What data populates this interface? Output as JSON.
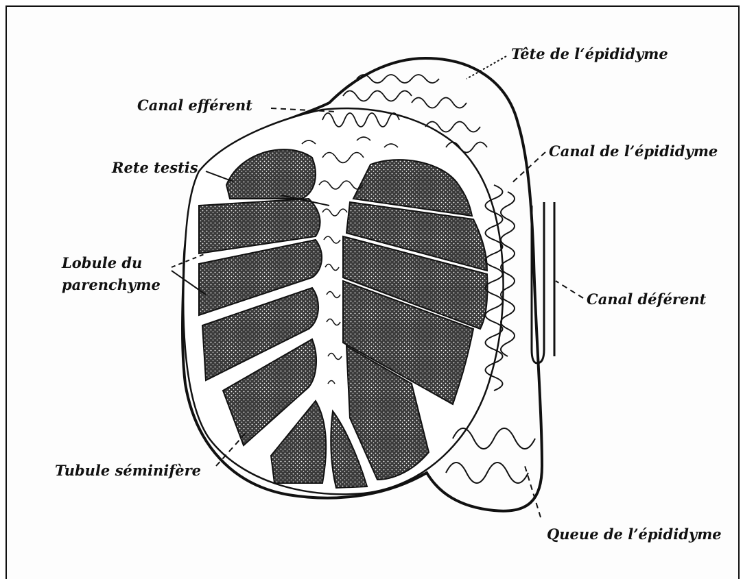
{
  "diagram": {
    "labels": {
      "tete_epididyme": "Tête de l‘épididyme",
      "canal_efferent": "Canal efférent",
      "canal_epididyme": "Canal de l’épididyme",
      "rete_testis": "Rete testis",
      "lobule_line1": "Lobule du",
      "lobule_line2": "parenchyme",
      "canal_deferent": "Canal déférent",
      "tubule_seminifere": "Tubule séminifère",
      "queue_epididyme": "Queue de l’épididyme"
    },
    "colors": {
      "ink": "#111111",
      "paper": "#ffffff",
      "lobule_fill": "#2a2a2a"
    }
  }
}
